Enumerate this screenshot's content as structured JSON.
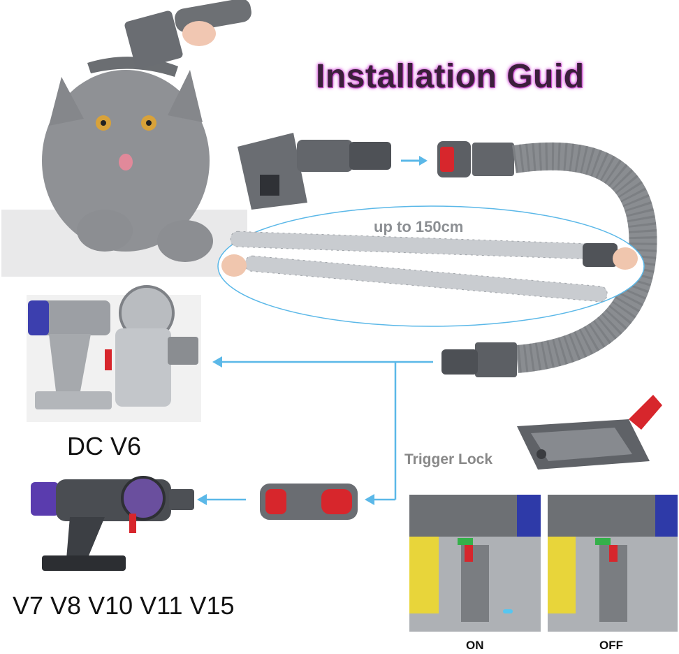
{
  "title": "Installation Guid",
  "length_label": "up to 150cm",
  "models": {
    "dc": "DC V6",
    "v_series": "V7 V8 V10 V11 V15"
  },
  "trigger_lock_label": "Trigger Lock",
  "switch_states": {
    "on": "ON",
    "off": "OFF"
  },
  "colors": {
    "arrow": "#5bb8e8",
    "hose": "#8a8d91",
    "accent_red": "#d7262c",
    "title_glow": "#d04bd6"
  }
}
